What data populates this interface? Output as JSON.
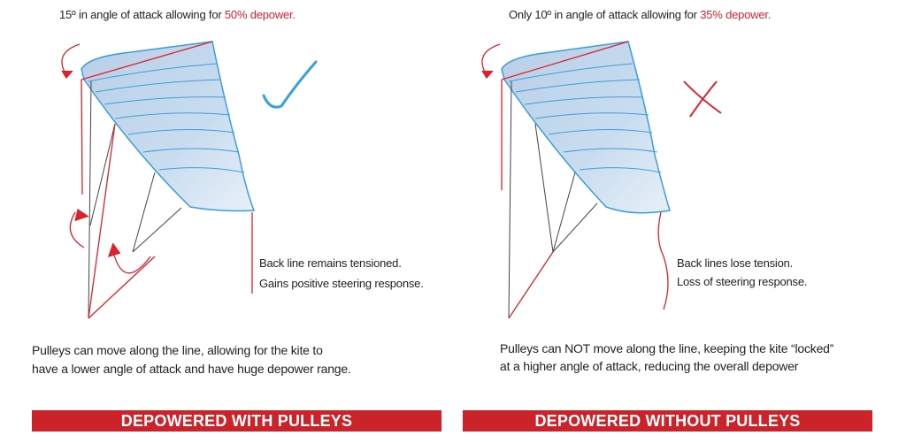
{
  "left": {
    "caption_prefix": "15º in angle of attack allowing for ",
    "caption_highlight": "50% depower.",
    "backline_note": [
      "Back line remains tensioned.",
      "Gains positive steering response."
    ],
    "description": [
      "Pulleys can move along the line, allowing for the kite to",
      "have a lower angle of  attack and have huge depower range."
    ],
    "banner": "DEPOWERED WITH PULLEYS",
    "mark_icon": "checkmark-icon"
  },
  "right": {
    "caption_prefix": "Only 10º in angle of attack allowing for ",
    "caption_highlight": "35% depower.",
    "backline_note": [
      "Back lines lose tension.",
      "Loss of steering response."
    ],
    "description": [
      "Pulleys can NOT move along the line, keeping the kite “locked”",
      "at a higher angle of attack, reducing the overall depower"
    ],
    "banner": "DEPOWERED WITHOUT PULLEYS",
    "mark_icon": "cross-icon"
  },
  "colors": {
    "accent": "#cc2229",
    "kite": "#3a9fd8",
    "check": "#3aa0dc"
  }
}
